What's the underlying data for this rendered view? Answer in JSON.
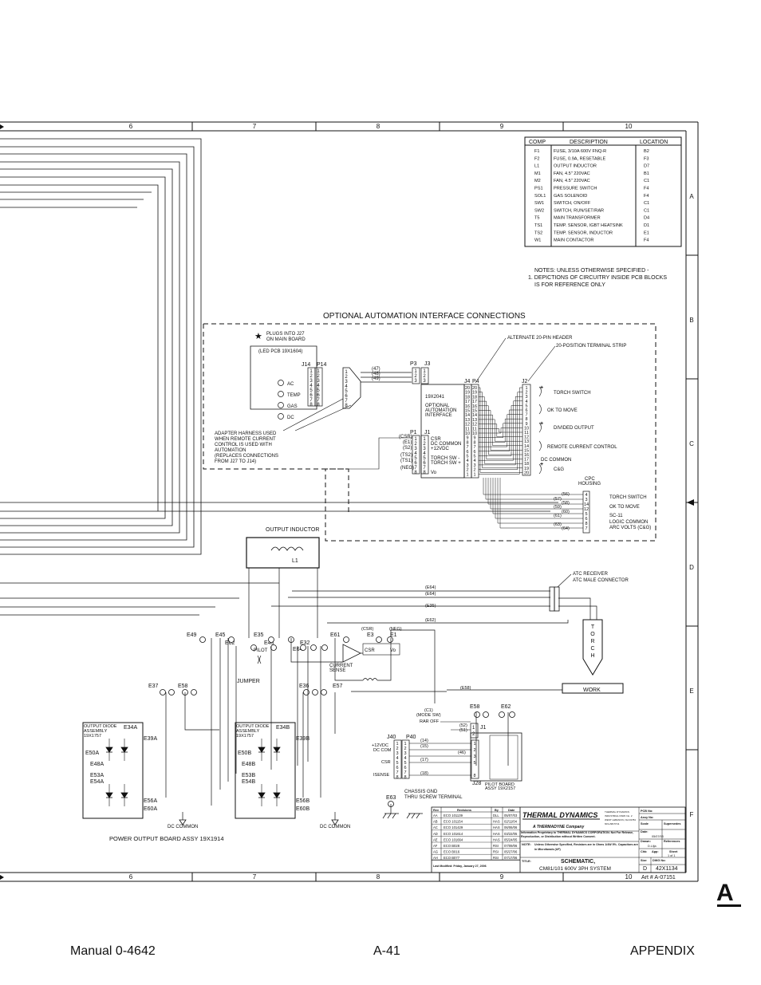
{
  "grid": {
    "columns": [
      "6",
      "7",
      "8",
      "9",
      "10"
    ],
    "rows": [
      "A",
      "B",
      "C",
      "D",
      "E",
      "F"
    ]
  },
  "components": {
    "headers": {
      "comp": "COMP",
      "description": "DESCRIPTION",
      "location": "LOCATION"
    },
    "rows": [
      {
        "comp": "F1",
        "description": "FUSE, 3/10A 600V FNQ-R",
        "location": "B2"
      },
      {
        "comp": "F2",
        "description": "FUSE, 0.9A, RESETABLE",
        "location": "F3"
      },
      {
        "comp": "L1",
        "description": "OUTPUT INDUCTOR",
        "location": "D7"
      },
      {
        "comp": "M1",
        "description": "FAN, 4.5\" 220VAC",
        "location": "B1"
      },
      {
        "comp": "M2",
        "description": "FAN, 4.5\" 220VAC",
        "location": "C1"
      },
      {
        "comp": "PS1",
        "description": "PRESSURE SWITCH",
        "location": "F4"
      },
      {
        "comp": "SOL1",
        "description": "GAS SOLENOID",
        "location": "F4"
      },
      {
        "comp": "SW1",
        "description": "SWITCH, ON/OFF",
        "location": "C1"
      },
      {
        "comp": "SW2",
        "description": "SWITCH, RUN/SET/RAR",
        "location": "C1"
      },
      {
        "comp": "T5",
        "description": "MAIN TRANSFORMER",
        "location": "D4"
      },
      {
        "comp": "TS1",
        "description": "TEMP. SENSOR, IGBT HEATSINK",
        "location": "D1"
      },
      {
        "comp": "TS2",
        "description": "TEMP. SENSOR, INDUCTOR",
        "location": "E1"
      },
      {
        "comp": "W1",
        "description": "MAIN CONTACTOR",
        "location": "F4"
      }
    ]
  },
  "notes": {
    "line1": "NOTES: UNLESS OTHERWISE SPECIFIED -",
    "line2": "1. DEPICTIONS OF CIRCUITRY INSIDE PCB BLOCKS",
    "line3": "IS FOR REFERENCE ONLY"
  },
  "automation": {
    "title": "OPTIONAL AUTOMATION INTERFACE CONNECTIONS",
    "plugs1": "PLUGS INTO J27",
    "plugs2": "ON MAIN BOARD",
    "led_pcb": "(LED PCB 19X1604)",
    "j14": "J14",
    "p14": "P14",
    "j3": "J3",
    "p3": "P3",
    "j1": "J1",
    "p1": "P1",
    "j4": "J4",
    "p4": "P4",
    "j2": "J2",
    "leds": [
      "AC",
      "TEMP",
      "GAS",
      "DC"
    ],
    "wires": [
      "(47)",
      "(48)",
      "(49)"
    ],
    "adapter": [
      "ADAPTER HARNESS USED",
      "WHEN REMOTE CURRENT",
      "CONTROL IS USED WITH",
      "AUTOMATION",
      "(REPLACES CONNECTIONS",
      "FROM J27 TO J14)"
    ],
    "board": [
      "19X2041",
      "OPTIONAL",
      "AUTOMATION",
      "INTERFACE"
    ],
    "j1_signals": [
      "CSR",
      "DC COMMON",
      "+12VDC",
      "",
      "TORCH SW -",
      "TORCH SW +",
      "",
      "Vo"
    ],
    "p1_wires": [
      "(CSR)",
      "(E1)",
      "(S2)",
      "(TS2)",
      "(TS1)",
      "(NEG)"
    ],
    "alt_header": "ALTERNATE 20-PIN HEADER",
    "terminal_strip": "20-POSITION TERMINAL STRIP",
    "strip_labels": [
      "TORCH SWITCH",
      "OK TO MOVE",
      "DIVIDED OUTPUT",
      "REMOTE CURRENT CONTROL",
      "DC COMMON",
      "C&G"
    ],
    "cpc_housing": [
      "CPC",
      "HOUSING"
    ],
    "cpc_wires": [
      "(56)",
      "(57)",
      "(58)",
      "(59)",
      "(60)",
      "(61)",
      "(63)",
      "(64)"
    ],
    "cpc_labels": [
      "TORCH SWITCH",
      "OK TO MOVE",
      "SC-11",
      "LOGIC COMMON",
      "ARC VOLTS (C&G)"
    ]
  },
  "power": {
    "output_inductor": "OUTPUT INDUCTOR",
    "l1": "L1",
    "atc_receiver": "ATC RECEIVER",
    "atc_male": "ATC MALE CONNECTOR",
    "torch": [
      "T",
      "O",
      "R",
      "C",
      "H"
    ],
    "work": "WORK",
    "wire_labels": [
      "(E64)",
      "(E64)",
      "(E35)",
      "(E62)",
      "(CSR)",
      "(NEG)",
      "(E58)",
      "(C1)",
      "(MODE SW)",
      "RAR OFF",
      "(52)",
      "(51)",
      "(14)",
      "(15)",
      "(46)",
      "(17)",
      "(18)"
    ],
    "terminals": [
      "E49",
      "E45",
      "E35",
      "E61",
      "E3",
      "E1",
      "E62",
      "E43",
      "E32",
      "E64",
      "E37",
      "E58",
      "E36",
      "E57",
      "E58",
      "E62",
      "E63"
    ],
    "pilot": "PILOT",
    "csr": "CSR",
    "vo": "Vo",
    "current_sense": [
      "CURRENT",
      "SENSE"
    ],
    "jumper": "JUMPER",
    "diode_a": [
      "OUTPUT DIODE",
      "ASSEMBLY",
      "19X1757"
    ],
    "diode_b": [
      "OUTPUT DIODE",
      "ASSEMBLY",
      "19X1757"
    ],
    "diode_a_terms": [
      "E34A",
      "E39A",
      "E50A",
      "E48A",
      "E53A",
      "E54A",
      "E56A",
      "E60A"
    ],
    "diode_b_terms": [
      "E34B",
      "E39B",
      "E50B",
      "E48B",
      "E53B",
      "E54B",
      "E56B",
      "E60B"
    ],
    "dc_common": "DC COMMON",
    "power_board": "POWER OUTPUT BOARD ASSY 19X1914",
    "j40": "J40",
    "p40": "P40",
    "j28": "J28",
    "j1b": "J1",
    "j40_labels": [
      "+12VDC",
      "DC COM",
      "CSR",
      "ISENSE"
    ],
    "pilot_board": [
      "PILOT BOARD",
      "ASSY 19X2157"
    ],
    "chassis": [
      "CHASSIS GND",
      "THRU SCREW TERMINAL"
    ]
  },
  "titleblock": {
    "rev_headers": [
      "Rev",
      "Revisions",
      "By",
      "Date"
    ],
    "revs": [
      {
        "rev": "AA",
        "desc": "ECO 101139",
        "by": "DLL",
        "date": "05/07/03"
      },
      {
        "rev": "AB",
        "desc": "ECO 101154",
        "by": "HAS",
        "date": "02/11/04"
      },
      {
        "rev": "AC",
        "desc": "ECO 101429",
        "by": "HAS",
        "date": "06/06/06"
      },
      {
        "rev": "AD",
        "desc": "ECO 101614",
        "by": "HAS",
        "date": "03/22/05"
      },
      {
        "rev": "AE",
        "desc": "ECO 101664",
        "by": "HAS",
        "date": "05/24/05"
      },
      {
        "rev": "AF",
        "desc": "ECO B028",
        "by": "RSI",
        "date": "07/09/06"
      },
      {
        "rev": "AG",
        "desc": "ECO B016",
        "by": "RSI",
        "date": "05/27/06"
      },
      {
        "rev": "AH",
        "desc": "ECO B077",
        "by": "RSI",
        "date": "07/17/06"
      }
    ],
    "last_modified": "Last Modified: Friday, January 27, 2006",
    "company": "THERMAL DYNAMICS",
    "tagline": "A THERMADYNE Company",
    "address": [
      "THERMAL DYNAMICS",
      "INDUSTRIAL PARK No. 2",
      "WEST LEBANON, NH 03784",
      "603-298-5711"
    ],
    "proprietary": "Information Proprietary to THERMAL DYNAMICS CORPORATION. Not For Release, Reproduction, or Distribution without Written Consent.",
    "note_label": "NOTE:",
    "note": "Unless Otherwise Specified, Resistors are in Ohms 1/4W 5%. Capacitors are in Microfarads (UF)",
    "title_label": "TITLE:",
    "title": "SCHEMATIC,",
    "subtitle": "CM81/101 600V 3PH SYSTEM",
    "size_label": "Size",
    "size": "D",
    "dwg_label": "DWG No:",
    "dwg": "42X1134",
    "pcb": "PCB No:",
    "assy": "Assy No:",
    "scale": "Scale",
    "supersedes": "Supersedes",
    "date_label": "Date:",
    "date": "05/07/03",
    "drawn_label": "Drawn:",
    "drawn": "D.Lilja",
    "references": "References",
    "chk": "Chk:",
    "app": "App:",
    "sheet_label": "Sheet",
    "sheet": "1 of 1",
    "art": "Art # A-07151"
  },
  "footer": {
    "manual": "Manual 0-4642",
    "page": "A-41",
    "section": "APPENDIX",
    "tab": "A"
  }
}
